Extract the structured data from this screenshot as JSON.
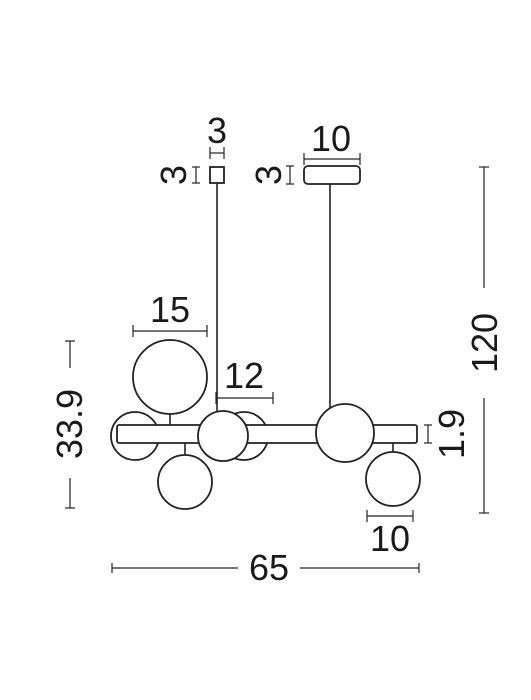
{
  "dimensions": {
    "canopy_small_width": "3",
    "canopy_small_height": "3",
    "canopy_large_width": "10",
    "canopy_large_height": "3",
    "total_height": "120",
    "top_globe_diameter": "15",
    "body_height": "33.9",
    "center_globe_diameter": "12",
    "bar_height": "1.9",
    "small_globe_diameter": "10",
    "total_width": "65"
  }
}
